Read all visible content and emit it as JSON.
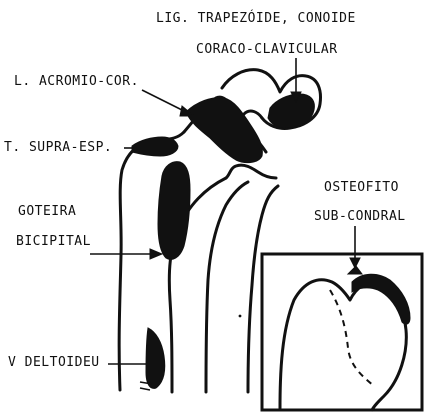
{
  "labels": {
    "lig_trapezoide": "LIG. TRAPEZÓIDE, CONOIDE",
    "coraco_clavicular": "CORACO-CLAVICULAR",
    "l_acromio_cor": "L. ACROMIO-COR.",
    "t_supra_esp": "T. SUPRA-ESP.",
    "goteira": "GOTEIRA",
    "bicipital": "BICIPITAL",
    "v_deltoideu": "V DELTOIDEU",
    "osteofito": "OSTEOFITO",
    "sub_condral": "SUB-CONDRAL"
  },
  "colors": {
    "ink": "#111111",
    "background": "#ffffff"
  }
}
